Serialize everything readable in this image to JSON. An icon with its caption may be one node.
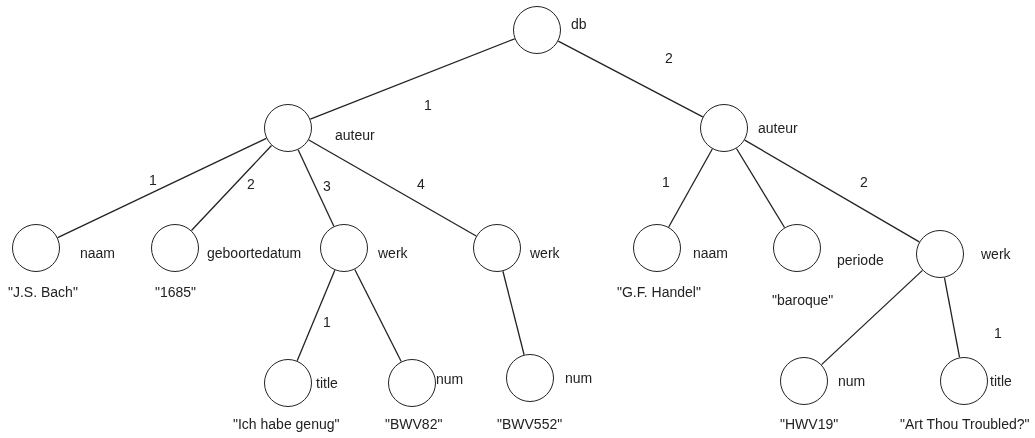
{
  "diagram": {
    "nodes": [
      {
        "text": [],
        "shape": "circle",
        "beside": [
          "db"
        ]
      },
      {
        "text": [],
        "shape": "circle",
        "beside": [
          "auteur"
        ]
      },
      {
        "text": [],
        "shape": "circle",
        "beside": [
          "auteur"
        ]
      },
      {
        "text": [],
        "shape": "circle",
        "beside": [
          "naam",
          "\"J.S. Bach\""
        ]
      },
      {
        "text": [],
        "shape": "circle",
        "beside": [
          "geboortedatum",
          "\"1685\""
        ]
      },
      {
        "text": [],
        "shape": "circle",
        "beside": [
          "werk"
        ]
      },
      {
        "text": [],
        "shape": "circle",
        "beside": [
          "title",
          "\"Ich habe genug\""
        ]
      },
      {
        "text": [],
        "shape": "circle",
        "beside": [
          "num",
          "\"BWV82\""
        ]
      },
      {
        "text": [],
        "shape": "circle",
        "beside": [
          "werk"
        ]
      },
      {
        "text": [],
        "shape": "circle",
        "beside": [
          "num",
          "\"BWV552\""
        ]
      },
      {
        "text": [],
        "shape": "circle",
        "beside": [
          "naam",
          "\"G.F. Handel\""
        ]
      },
      {
        "text": [],
        "shape": "circle",
        "beside": [
          "periode",
          "\"baroque\""
        ]
      },
      {
        "text": [],
        "shape": "circle",
        "beside": [
          "werk"
        ]
      },
      {
        "text": [],
        "shape": "circle",
        "beside": [
          "num",
          "\"HWV19\""
        ]
      },
      {
        "text": [],
        "shape": "circle",
        "beside": [
          "title",
          "\"Art Thou Troubled?\""
        ]
      }
    ],
    "edges": [
      {
        "from": 0,
        "to": 1,
        "arrow": "none",
        "label": "1"
      },
      {
        "from": 0,
        "to": 2,
        "arrow": "none",
        "label": "2"
      },
      {
        "from": 1,
        "to": 3,
        "arrow": "none",
        "label": "1"
      },
      {
        "from": 1,
        "to": 4,
        "arrow": "none",
        "label": "2"
      },
      {
        "from": 1,
        "to": 5,
        "arrow": "none",
        "label": "3"
      },
      {
        "from": 1,
        "to": 8,
        "arrow": "none",
        "label": "4"
      },
      {
        "from": 5,
        "to": 6,
        "arrow": "none",
        "label": "1"
      },
      {
        "from": 5,
        "to": 7,
        "arrow": "none"
      },
      {
        "from": 8,
        "to": 9,
        "arrow": "none"
      },
      {
        "from": 2,
        "to": 10,
        "arrow": "none",
        "label": "1"
      },
      {
        "from": 2,
        "to": 11,
        "arrow": "none"
      },
      {
        "from": 2,
        "to": 12,
        "arrow": "none",
        "label": "2"
      },
      {
        "from": 12,
        "to": 13,
        "arrow": "none"
      },
      {
        "from": 12,
        "to": 14,
        "arrow": "none",
        "label": "1"
      }
    ]
  }
}
